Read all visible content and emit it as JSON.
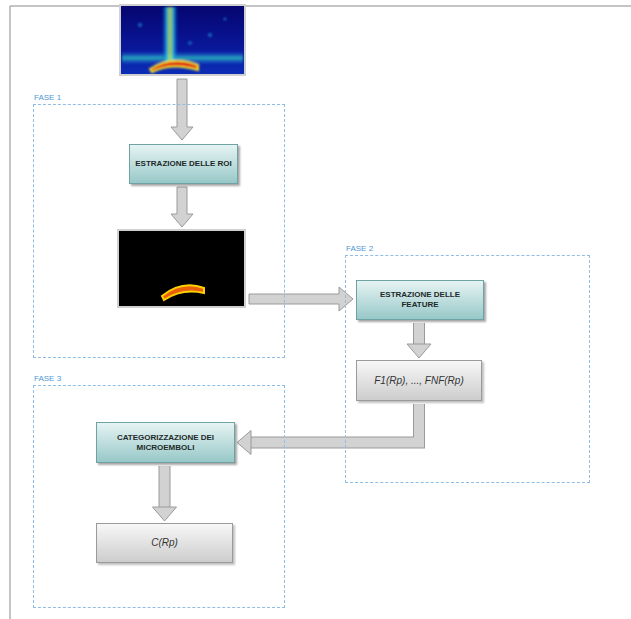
{
  "diagram": {
    "nodes": [
      {
        "text": [
          "FASE 1"
        ]
      },
      {
        "text": [
          "ESTRAZIONE DELLE ROI"
        ],
        "in": 0
      },
      {
        "text": [
          "FASE 2"
        ]
      },
      {
        "text": [
          "ESTRAZIONE DELLE FEATURE"
        ],
        "in": 2
      },
      {
        "text": [
          "F1(Rp), ..., FNF(Rp)"
        ],
        "in": 2
      },
      {
        "text": [
          "FASE 3"
        ]
      },
      {
        "text": [
          "CATEGORIZZAZIONE DEI MICROEMBOLI"
        ],
        "in": 5
      },
      {
        "text": [
          "C(Rp)"
        ],
        "in": 5
      }
    ],
    "edges": [
      {
        "from": 3,
        "to": 4,
        "arrow": "to"
      },
      {
        "from": 4,
        "to": 6,
        "arrow": "to"
      },
      {
        "from": 6,
        "to": 7,
        "arrow": "to"
      }
    ]
  }
}
